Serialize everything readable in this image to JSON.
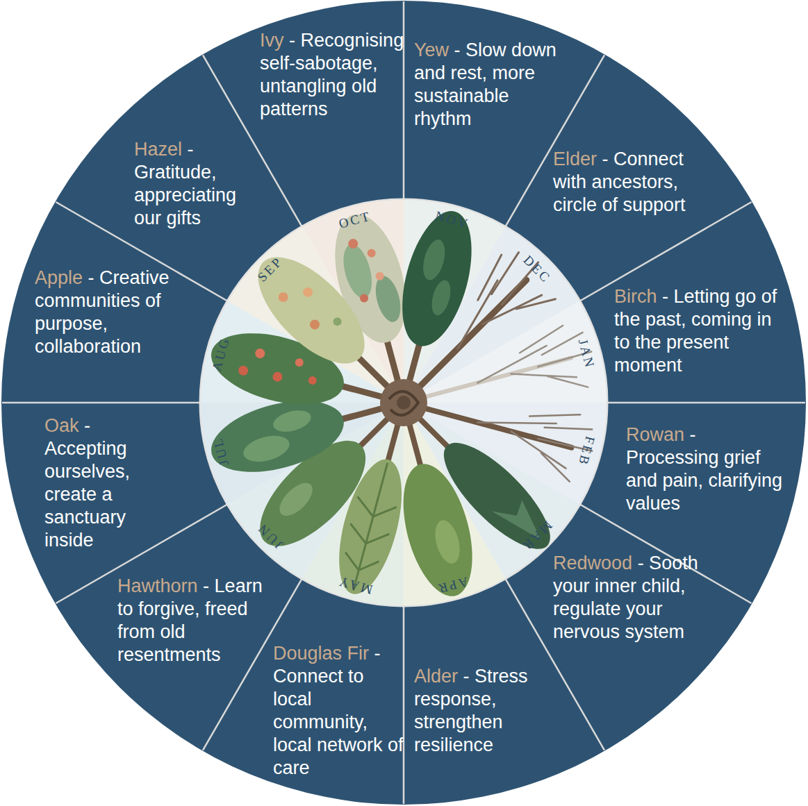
{
  "diagram": {
    "nodes": [
      {
        "text": [
          "Ivy",
          "- Recognising self-sabotage, untangling old patterns"
        ]
      },
      {
        "text": [
          "Yew",
          "- Slow down and rest, more sustainable rhythm"
        ]
      },
      {
        "text": [
          "Elder",
          "- Connect with ancestors, circle of support"
        ]
      },
      {
        "text": [
          "Birch",
          "- Letting go of the past, coming in to the present moment"
        ]
      },
      {
        "text": [
          "Rowan",
          "- Processing grief and pain, clarifying values"
        ]
      },
      {
        "text": [
          "Redwood",
          "- Sooth your inner child, regulate your nervous system"
        ]
      },
      {
        "text": [
          "Alder",
          "- Stress response, strengthen resilience"
        ]
      },
      {
        "text": [
          "Douglas Fir",
          "- Connect to local community, local network of care"
        ]
      },
      {
        "text": [
          "Hawthorn",
          "- Learn to forgive, freed from old resentments"
        ]
      },
      {
        "text": [
          "Oak",
          "- Accepting ourselves, create a sanctuary inside"
        ]
      },
      {
        "text": [
          "Apple",
          "- Creative communities of purpose, collaboration"
        ]
      },
      {
        "text": [
          "Hazel",
          "- Gratitude, appreciating our gifts"
        ]
      }
    ],
    "labels": [
      "OCT",
      "NOV",
      "DEC",
      "JAN",
      "FEB",
      "MAR",
      "APR",
      "MAY",
      "JUN",
      "JUL",
      "AUG",
      "SEP"
    ]
  }
}
